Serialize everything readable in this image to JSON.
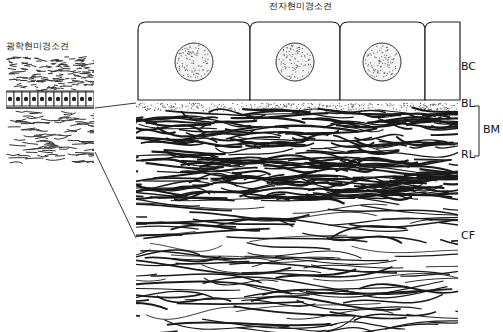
{
  "diagram": {
    "labels": [
      "전자현미경소견",
      "광학현미경소견",
      "BC",
      "BL",
      "RL",
      "BM",
      "CF"
    ]
  }
}
